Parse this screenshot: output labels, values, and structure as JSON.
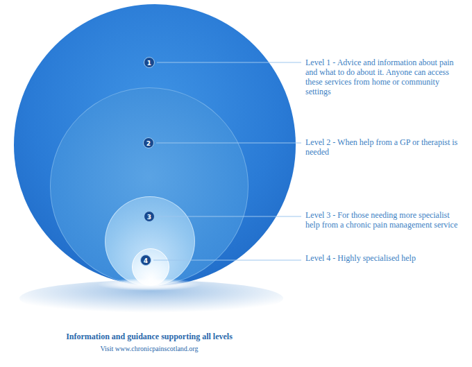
{
  "diagram": {
    "caption": "Information and guidance supporting all levels",
    "nodes": [
      {
        "text": [
          "1"
        ]
      },
      {
        "text": [
          "2"
        ],
        "in": 0
      },
      {
        "text": [
          "3"
        ],
        "in": 1
      },
      {
        "text": [
          "4"
        ],
        "in": 2
      }
    ],
    "labels": [
      "Level 1 - Advice and information about pain and what to do about it. Anyone can access these services from home or community settings",
      "Level 2 - When help from a GP or therapist is needed",
      "Level 3 - For those needing more specialist help from a chronic pain management service",
      "Level 4 - Highly specialised help",
      "Visit www.chronicpainscotland.org"
    ]
  }
}
